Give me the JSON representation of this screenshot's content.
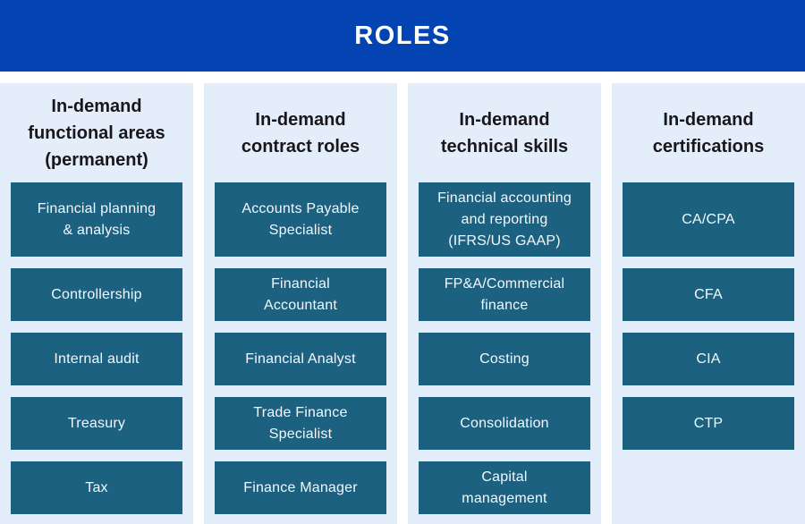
{
  "header": {
    "title": "ROLES"
  },
  "colors": {
    "banner_blue": "#0443b2",
    "panel_light_blue": "#e4edfa",
    "chip_teal": "#1c6180",
    "heading_text": "#17171c",
    "chip_text": "#f4f8fd"
  },
  "columns": [
    {
      "heading": "In-demand\nfunctional areas\n(permanent)",
      "items": [
        "Financial planning\n& analysis",
        "Controllership",
        "Internal audit",
        "Treasury",
        "Tax"
      ]
    },
    {
      "heading": "In-demand\ncontract roles",
      "items": [
        "Accounts Payable\nSpecialist",
        "Financial\nAccountant",
        "Financial Analyst",
        "Trade Finance\nSpecialist",
        "Finance Manager"
      ]
    },
    {
      "heading": "In-demand\ntechnical skills",
      "items": [
        "Financial accounting\nand reporting\n(IFRS/US GAAP)",
        "FP&A/Commercial\nfinance",
        "Costing",
        "Consolidation",
        "Capital\nmanagement"
      ]
    },
    {
      "heading": "In-demand\ncertifications",
      "items": [
        "CA/CPA",
        "CFA",
        "CIA",
        "CTP"
      ]
    }
  ]
}
